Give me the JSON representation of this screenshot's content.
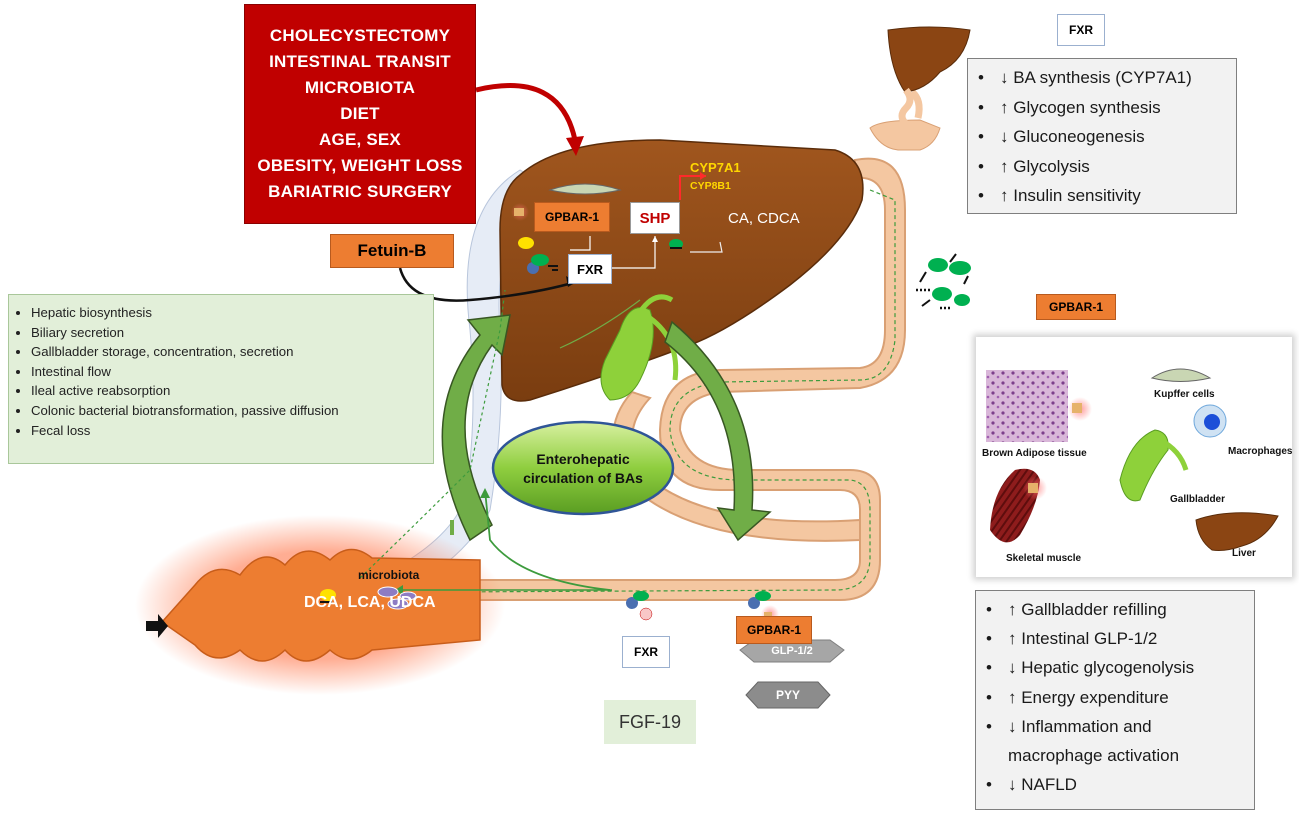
{
  "factors": [
    "CHOLECYSTECTOMY",
    "INTESTINAL TRANSIT",
    "MICROBIOTA",
    "DIET",
    "AGE, SEX",
    "OBESITY, WEIGHT LOSS",
    "BARIATRIC SURGERY"
  ],
  "fetuin_b": "Fetuin-B",
  "steps": [
    "Hepatic biosynthesis",
    "Biliary secretion",
    "Gallbladder storage, concentration, secretion",
    "Intestinal flow",
    "Ileal active reabsorption",
    "Colonic bacterial biotransformation, passive diffusion",
    "Fecal loss"
  ],
  "liver": {
    "gpbar1": "GPBAR-1",
    "fxr": "FXR",
    "shp": "SHP",
    "cyp7a1": "CYP7A1",
    "cyp8b1": "CYP8B1",
    "ca_cdca": "CA, CDCA"
  },
  "enterohepatic": [
    "Enterohepatic",
    "circulation of BAs"
  ],
  "colon": {
    "microbiota": "microbiota",
    "dca": "DCA, LCA, UDCA"
  },
  "intestine": {
    "fxr": "FXR",
    "gpbar1": "GPBAR-1",
    "glp": "GLP-1/2",
    "pyy": "PYY",
    "fgf19": "FGF-19"
  },
  "fxr_panel": {
    "title": "FXR",
    "effects": [
      "↓ BA synthesis (CYP7A1)",
      "↑ Glycogen synthesis",
      "↓ Gluconeogenesis",
      "↑ Glycolysis",
      "↑ Insulin sensitivity"
    ]
  },
  "gpbar_panel": {
    "title": "GPBAR-1",
    "tissues": {
      "kupffer": "Kupffer cells",
      "brown_adipose": "Brown Adipose tissue",
      "macrophages": "Macrophages",
      "gallbladder": "Gallbladder",
      "skeletal_muscle": "Skeletal muscle",
      "liver": "Liver"
    },
    "effects": [
      "↑ Gallbladder refilling",
      "↑ Intestinal GLP-1/2",
      "↓ Hepatic glycogenolysis",
      "↑ Energy expenditure",
      "↓ Inflammation and",
      "macrophage activation",
      "↓ NAFLD"
    ]
  },
  "colors": {
    "liver": "#8b4513",
    "intestine": "#f4c7a1",
    "colon": "#ed7d31",
    "arrow_green": "#70ad47",
    "factor_red": "#c00000"
  }
}
